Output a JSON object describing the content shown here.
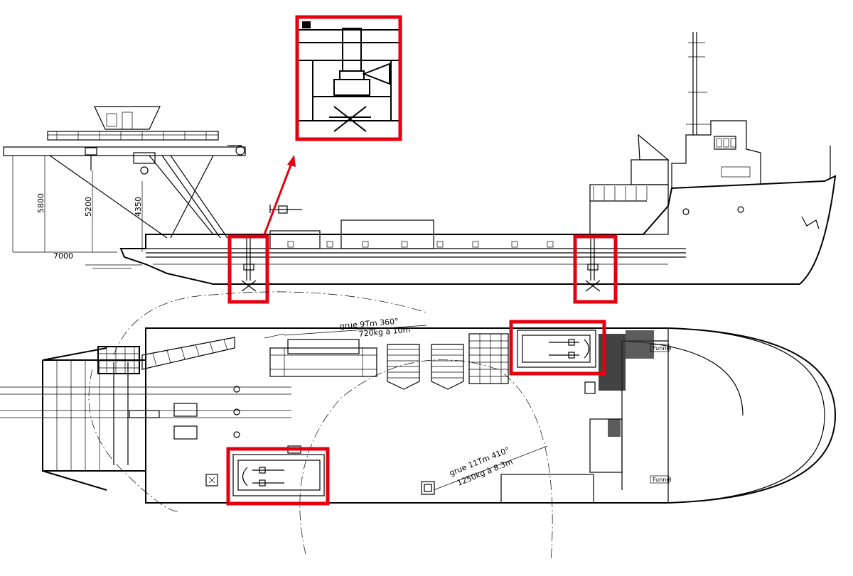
{
  "dimensions": {
    "height_1": "5800",
    "height_2": "5200",
    "height_3": "4350",
    "overhang": "7000"
  },
  "cranes": {
    "aft_crane_line1": "grue 9Tm 360°",
    "aft_crane_line2": "720kg à 10m",
    "fwd_crane_line1": "grue 11Tm 410°",
    "fwd_crane_line2": "1250kg à 8.3m"
  },
  "labels": {
    "funnel_top": "Funnel",
    "funnel_bottom": "Funnel"
  },
  "colors": {
    "highlight": "#e3000f",
    "line": "#000000",
    "background": "#ffffff"
  }
}
